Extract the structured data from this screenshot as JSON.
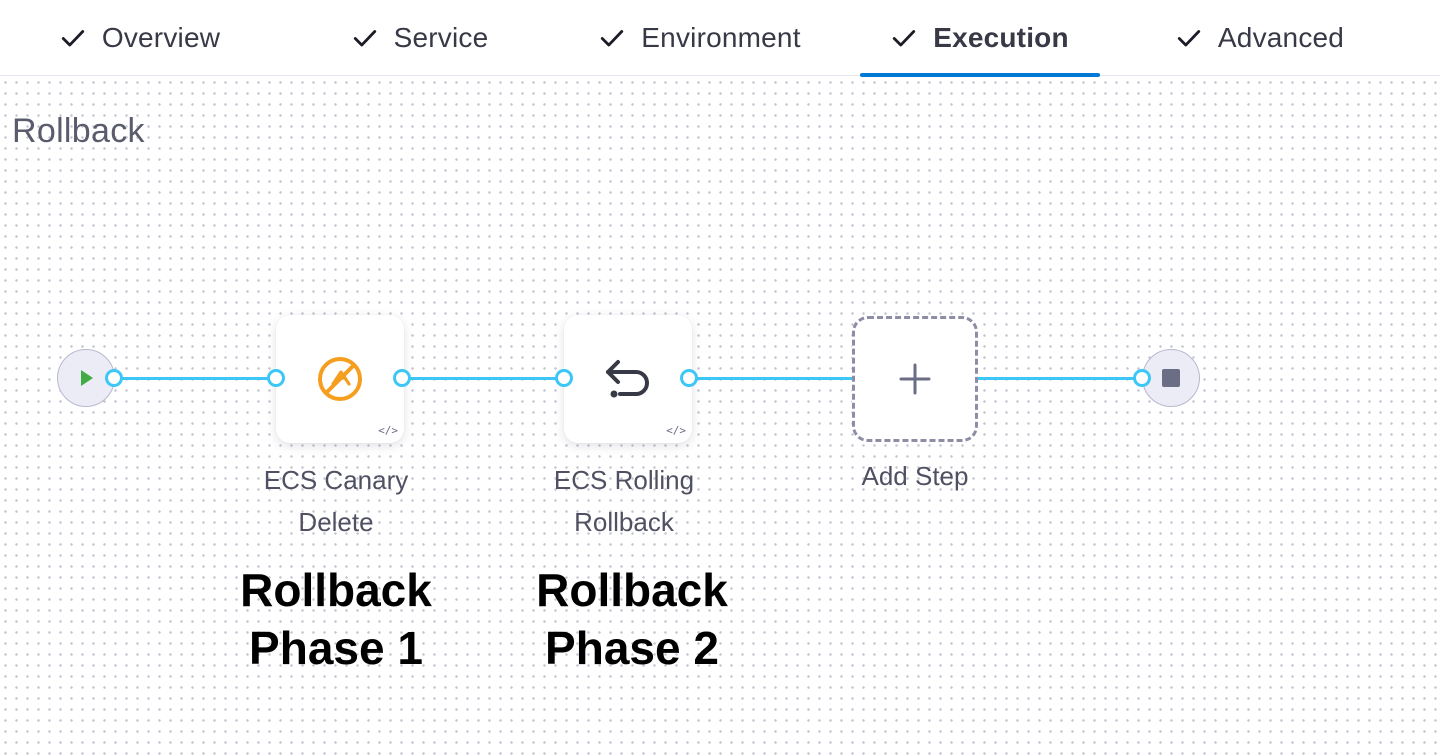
{
  "tabs": [
    {
      "label": "Overview",
      "completed": true,
      "active": false
    },
    {
      "label": "Service",
      "completed": true,
      "active": false
    },
    {
      "label": "Environment",
      "completed": true,
      "active": false
    },
    {
      "label": "Execution",
      "completed": true,
      "active": true
    },
    {
      "label": "Advanced",
      "completed": true,
      "active": false
    }
  ],
  "section_title": "Rollback",
  "pipeline": {
    "steps": [
      {
        "line1": "ECS Canary",
        "line2": "Delete",
        "icon": "ecs-canary-delete-icon"
      },
      {
        "line1": "ECS Rolling",
        "line2": "Rollback",
        "icon": "rollback-arrow-icon"
      }
    ],
    "add_step_label": "Add Step"
  },
  "annotations": [
    {
      "line1": "Rollback",
      "line2": "Phase 1"
    },
    {
      "line1": "Rollback",
      "line2": "Phase 2"
    }
  ],
  "colors": {
    "accent": "#0278d5",
    "connector": "#3dc7f6",
    "start": "#42ab45",
    "ecs_icon": "#f59e1f",
    "end": "#6b6d85"
  }
}
